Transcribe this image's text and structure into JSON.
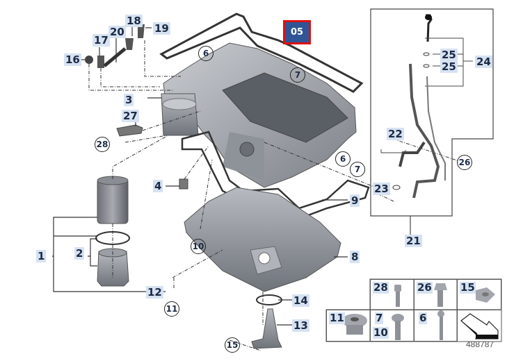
{
  "diagram": {
    "title_badge": "05",
    "image_number": "488787",
    "callouts": [
      {
        "id": "c1",
        "label": "1"
      },
      {
        "id": "c2",
        "label": "2"
      },
      {
        "id": "c3",
        "label": "3"
      },
      {
        "id": "c4",
        "label": "4"
      },
      {
        "id": "c8",
        "label": "8"
      },
      {
        "id": "c9",
        "label": "9"
      },
      {
        "id": "c12",
        "label": "12"
      },
      {
        "id": "c13",
        "label": "13"
      },
      {
        "id": "c14",
        "label": "14"
      },
      {
        "id": "c16",
        "label": "16"
      },
      {
        "id": "c17",
        "label": "17"
      },
      {
        "id": "c18",
        "label": "18"
      },
      {
        "id": "c19",
        "label": "19"
      },
      {
        "id": "c20",
        "label": "20"
      },
      {
        "id": "c21",
        "label": "21"
      },
      {
        "id": "c22",
        "label": "22"
      },
      {
        "id": "c23",
        "label": "23"
      },
      {
        "id": "c24",
        "label": "24"
      },
      {
        "id": "c25a",
        "label": "25"
      },
      {
        "id": "c25b",
        "label": "25"
      },
      {
        "id": "c27",
        "label": "27"
      }
    ],
    "circled_callouts": [
      {
        "id": "r6a",
        "label": "6"
      },
      {
        "id": "r7a",
        "label": "7"
      },
      {
        "id": "r6b",
        "label": "6"
      },
      {
        "id": "r7b",
        "label": "7"
      },
      {
        "id": "r10",
        "label": "10"
      },
      {
        "id": "r11",
        "label": "11"
      },
      {
        "id": "r15",
        "label": "15"
      },
      {
        "id": "r26",
        "label": "26"
      },
      {
        "id": "r28",
        "label": "28"
      }
    ],
    "fastener_legend": [
      {
        "label": "28",
        "part": "socket-head-cap-screw"
      },
      {
        "label": "26",
        "part": "hex-bolt"
      },
      {
        "label": "15",
        "part": "flange-nut"
      },
      {
        "label": "11",
        "part": "screw-plug"
      },
      {
        "label": "7",
        "label2": "10",
        "part": "flange-bolt"
      },
      {
        "label": "6",
        "part": "long-bolt"
      },
      {
        "label": "",
        "part": "direction-arrow"
      }
    ],
    "parts": [
      "oil-filter-element",
      "oil-filter-o-ring",
      "oil-filter-cover",
      "oil-filter-housing",
      "oil-level-sensor",
      "upper-oil-pan",
      "lower-oil-pan",
      "oil-pan-gasket",
      "oil-pump-pickup",
      "pickup-o-ring",
      "sensor-cluster",
      "breather-hose",
      "dipstick",
      "dipstick-guide-tube",
      "oil-pressure-sender"
    ]
  }
}
